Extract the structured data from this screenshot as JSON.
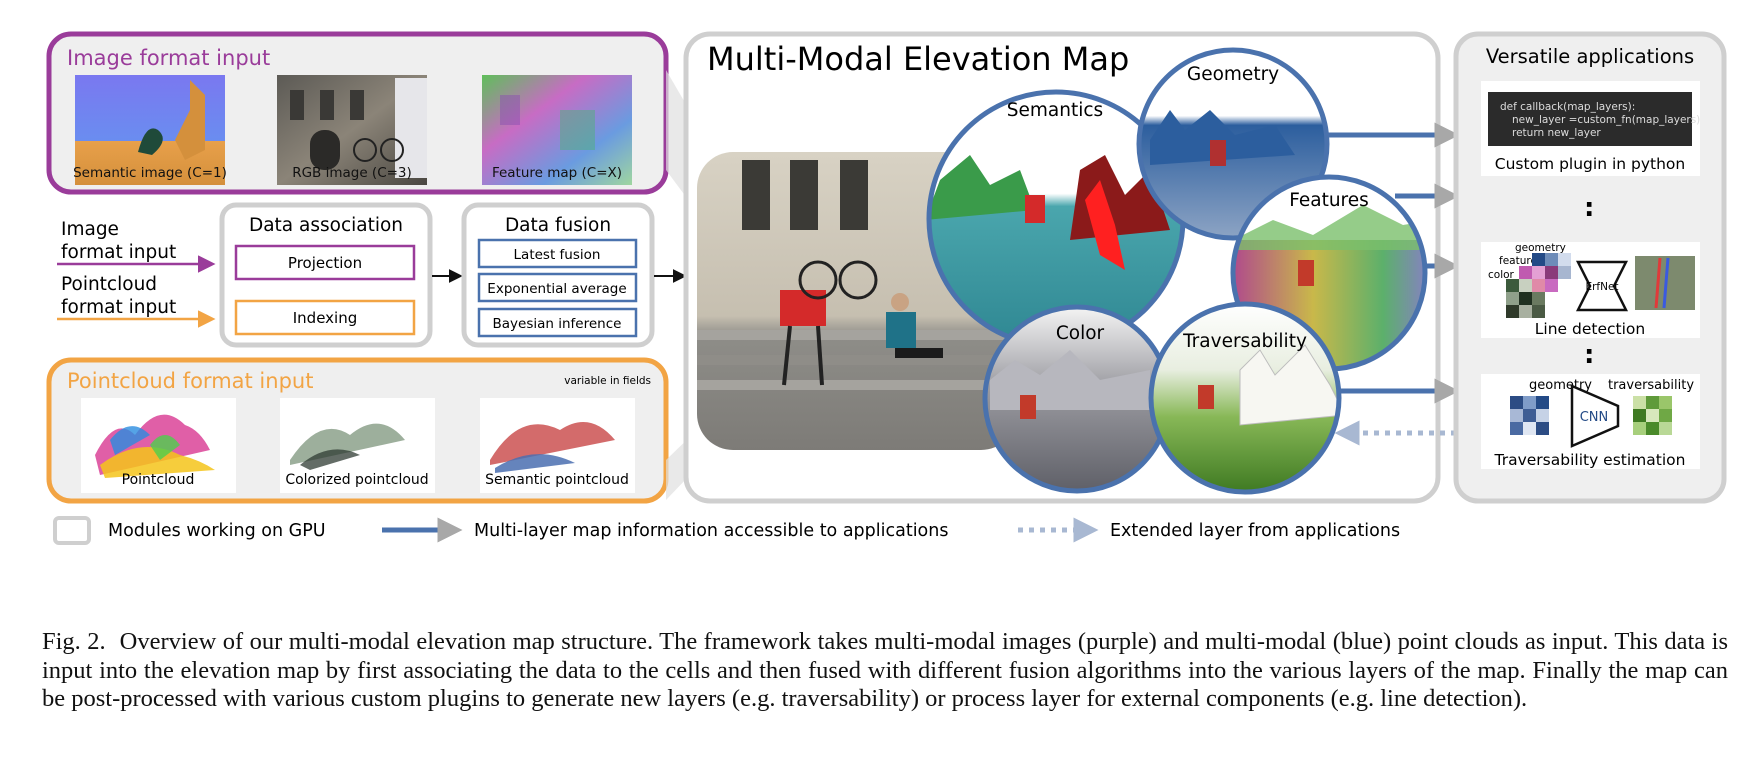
{
  "image_input": {
    "title": "Image format input",
    "items": [
      "Semantic image (C=1)",
      "RGB image (C=3)",
      "Feature map (C=X)"
    ]
  },
  "left_inputs": {
    "image_label": [
      "Image",
      "format input"
    ],
    "pointcloud_label": [
      "Pointcloud",
      "format input"
    ]
  },
  "data_association": {
    "title": "Data association",
    "items": [
      "Projection",
      "Indexing"
    ]
  },
  "data_fusion": {
    "title": "Data fusion",
    "items": [
      "Latest fusion",
      "Exponential average",
      "Bayesian inference"
    ]
  },
  "pointcloud_input": {
    "title": "Pointcloud format input",
    "note": "variable in fields",
    "items": [
      "Pointcloud",
      "Colorized pointcloud",
      "Semantic pointcloud"
    ]
  },
  "elevation_map": {
    "title": "Multi-Modal Elevation Map",
    "layers": [
      "Semantics",
      "Geometry",
      "Features",
      "Color",
      "Traversability"
    ]
  },
  "applications": {
    "title": "Versatile applications",
    "code_lines": [
      "def callback(map_layers):",
      "new_layer =custom_fn(map_layers)",
      "return new_layer"
    ],
    "plugin_caption": "Custom plugin in python",
    "line_det_labels": [
      "geometry",
      "feature",
      "color"
    ],
    "line_det_net": "ErfNet",
    "line_det_caption": "Line detection",
    "trav_in_label": "geometry",
    "trav_out_label": "traversability",
    "trav_net": "CNN",
    "trav_caption": "Traversability estimation",
    "ellipsis": ":"
  },
  "legend": {
    "gpu": "Modules working on GPU",
    "multilayer": "Multi-layer map information accessible to applications",
    "extended": "Extended layer from applications"
  },
  "caption": {
    "label": "Fig. 2.",
    "text": "Overview of our multi-modal elevation map structure. The framework takes multi-modal images (purple) and multi-modal (blue) point clouds as input. This data is input into the elevation map by first associating the data to the cells and then fused with different fusion algorithms into the various layers of the map. Finally the map can be post-processed with various custom plugins to generate new layers (e.g. traversability) or process layer for external components (e.g. line detection)."
  },
  "colors": {
    "purple": "#9a3c9a",
    "orange": "#f2a444",
    "blue": "#4a72ad",
    "gpu_grey": "#cfcfcf",
    "panel_bg": "#efefef"
  }
}
